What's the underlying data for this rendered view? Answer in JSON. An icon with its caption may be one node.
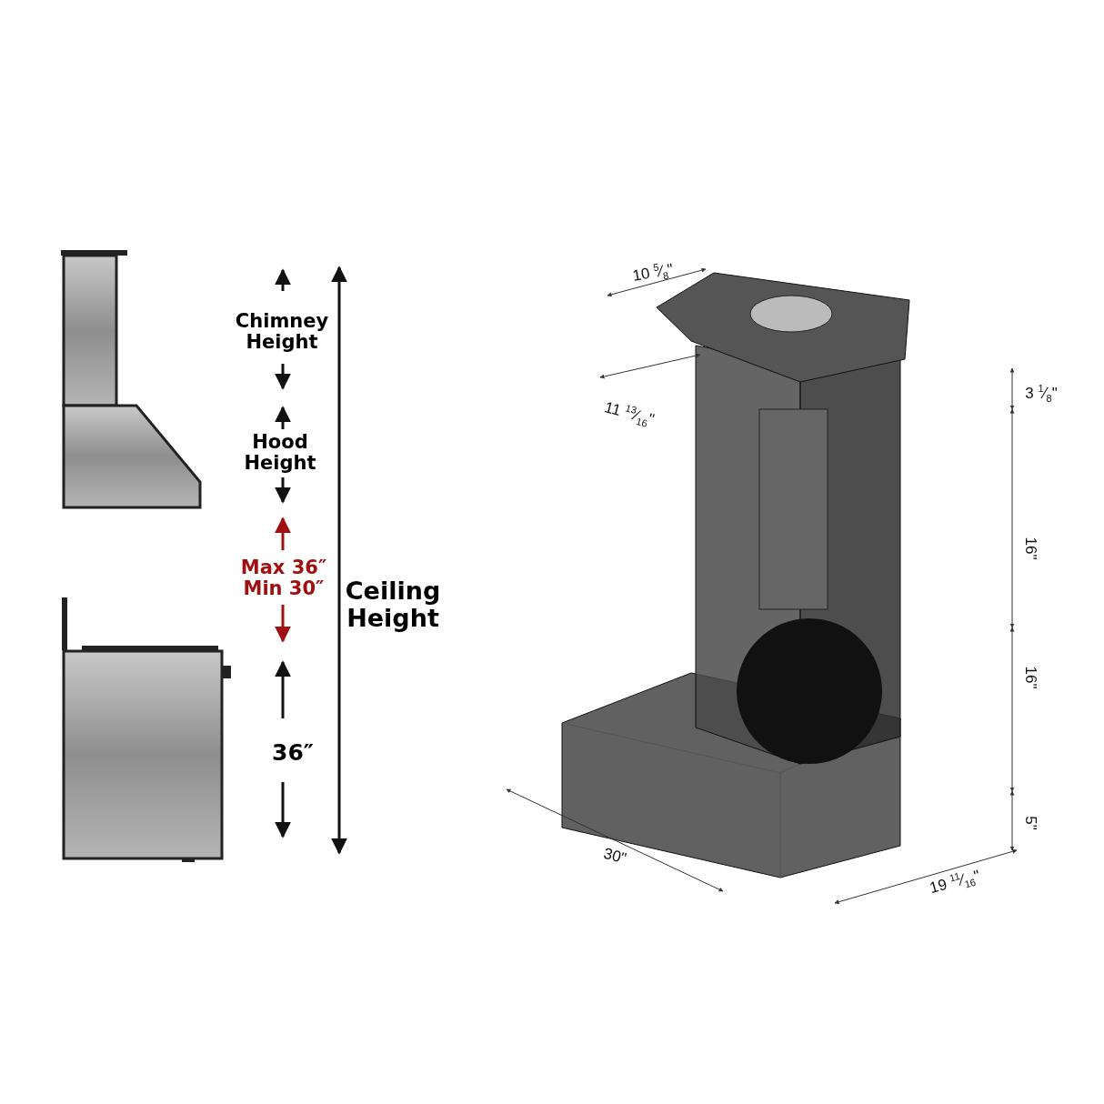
{
  "diagram": {
    "labels": [
      "Chimney Height",
      "Hood Height",
      "Max 36″ Min 30″",
      "Ceiling Height",
      "36″",
      "10 $^{5}$⁄$_{8}$\"",
      "11 $^{13}$⁄$_{16}$\"",
      "3 $^{1}$⁄$_{8}$\"",
      "16\"",
      "16\"",
      "30\"",
      "5\"",
      "19 $^{11}$⁄$_{16}$\""
    ]
  }
}
